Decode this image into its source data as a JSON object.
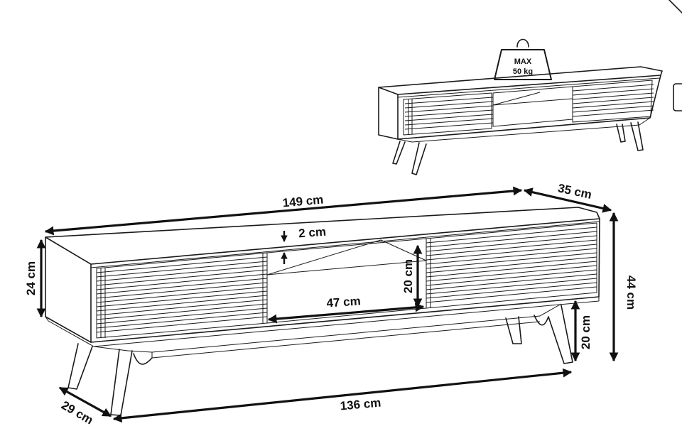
{
  "weight_icon": {
    "line1": "MAX",
    "line2": "50 kg"
  },
  "dimensions": {
    "width_total": "149 cm",
    "depth_top": "35 cm",
    "shelf_gap": "2 cm",
    "opening_height": "20 cm",
    "opening_width": "47 cm",
    "body_height": "24 cm",
    "total_height": "44 cm",
    "leg_height": "20 cm",
    "leg_span_width": "136 cm",
    "leg_span_depth": "29 cm"
  }
}
